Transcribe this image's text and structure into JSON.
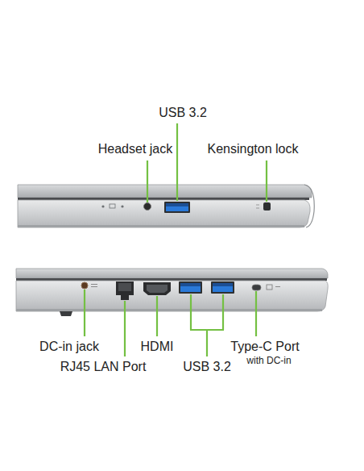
{
  "diagram": {
    "labels": [
      "USB 3.2",
      "Headset jack",
      "Kensington lock",
      "DC-in jack",
      "RJ45 LAN Port",
      "HDMI",
      "USB 3.2",
      "Type-C Port",
      "with DC-in"
    ]
  }
}
